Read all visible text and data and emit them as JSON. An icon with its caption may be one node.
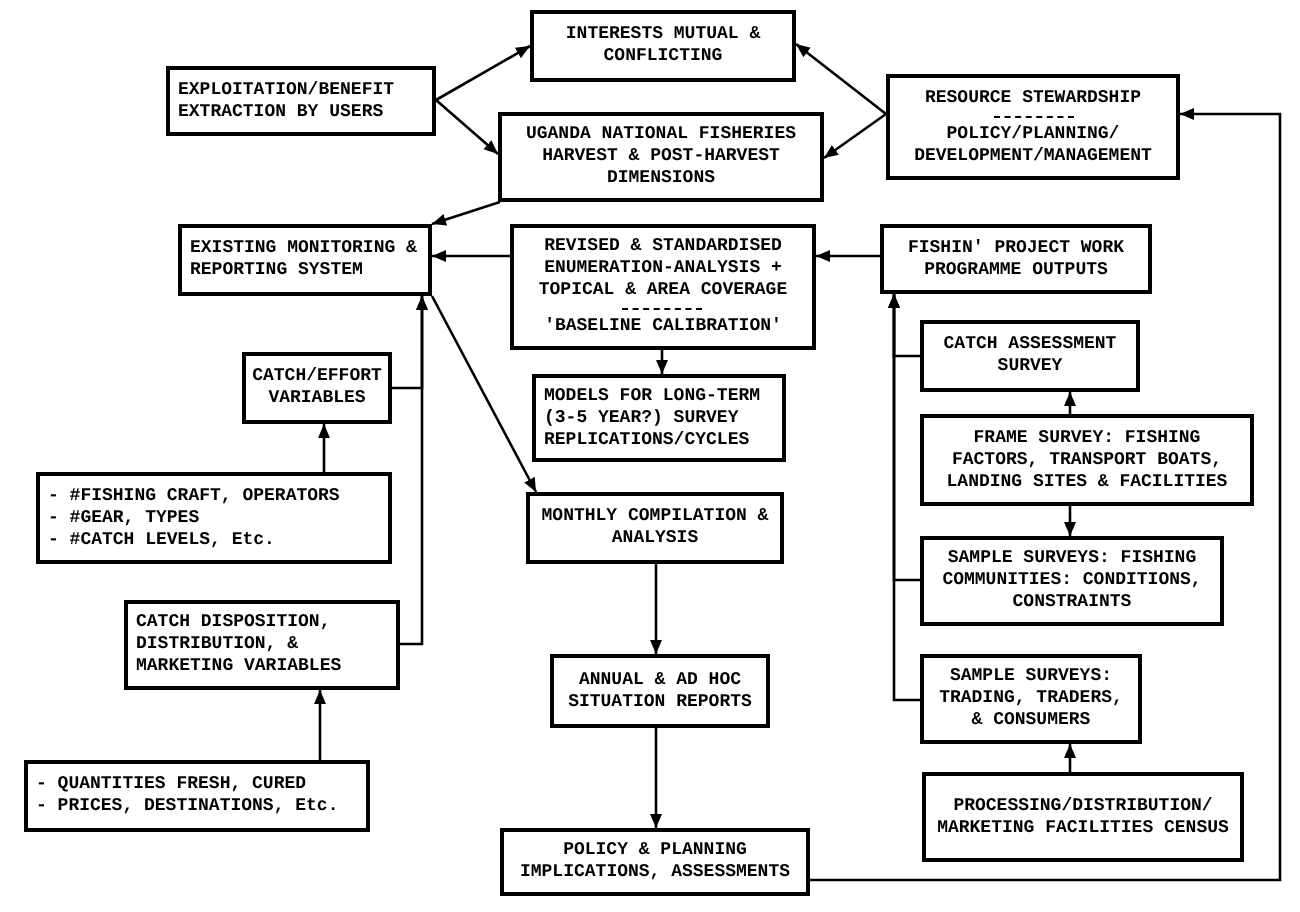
{
  "diagram": {
    "nodes": [
      {
        "text": [
          "EXPLOITATION/BENEFIT EXTRACTION BY USERS"
        ]
      },
      {
        "text": [
          "INTERESTS MUTUAL & CONFLICTING"
        ]
      },
      {
        "text": [
          "UGANDA NATIONAL FISHERIES HARVEST & POST-HARVEST DIMENSIONS"
        ]
      },
      {
        "text": [
          "RESOURCE STEWARDSHIP",
          "POLICY/PLANNING/ DEVELOPMENT/MANAGEMENT"
        ]
      },
      {
        "text": [
          "EXISTING MONITORING & REPORTING SYSTEM"
        ]
      },
      {
        "text": [
          "REVISED & STANDARDISED ENUMERATION-ANALYSIS + TOPICAL & AREA COVERAGE",
          "'BASELINE CALIBRATION'"
        ]
      },
      {
        "text": [
          "FISHIN' PROJECT WORK PROGRAMME OUTPUTS"
        ]
      },
      {
        "text": [
          "MODELS FOR LONG-TERM (3-5 YEAR?) SURVEY REPLICATIONS/CYCLES"
        ]
      },
      {
        "text": [
          "CATCH/EFFORT VARIABLES"
        ]
      },
      {
        "text": [
          "CATCH ASSESSMENT SURVEY"
        ]
      },
      {
        "text": [
          "FRAME SURVEY: FISHING FACTORS, TRANSPORT BOATS, LANDING SITES & FACILITIES"
        ]
      },
      {
        "text": [
          "- #FISHING CRAFT, OPERATORS",
          "- #GEAR, TYPES",
          "- #CATCH LEVELS, Etc."
        ]
      },
      {
        "text": [
          "MONTHLY COMPILATION & ANALYSIS"
        ]
      },
      {
        "text": [
          "SAMPLE SURVEYS: FISHING COMMUNITIES: CONDITIONS, CONSTRAINTS"
        ]
      },
      {
        "text": [
          "CATCH DISPOSITION, DISTRIBUTION, & MARKETING VARIABLES"
        ]
      },
      {
        "text": [
          "ANNUAL & AD HOC SITUATION REPORTS"
        ]
      },
      {
        "text": [
          "SAMPLE SURVEYS: TRADING, TRADERS, & CONSUMERS"
        ]
      },
      {
        "text": [
          "- QUANTITIES FRESH, CURED",
          "- PRICES, DESTINATIONS, Etc."
        ]
      },
      {
        "text": [
          "PROCESSING/DISTRIBUTION/ MARKETING FACILITIES CENSUS"
        ]
      },
      {
        "text": [
          "POLICY & PLANNING IMPLICATIONS, ASSESSMENTS"
        ]
      }
    ],
    "edges": [
      {
        "from": 0,
        "to": 1,
        "arrow": "to"
      },
      {
        "from": 0,
        "to": 2,
        "arrow": "to"
      },
      {
        "from": 3,
        "to": 1,
        "arrow": "to"
      },
      {
        "from": 3,
        "to": 2,
        "arrow": "to"
      },
      {
        "from": 2,
        "to": 4,
        "arrow": "to"
      },
      {
        "from": 5,
        "to": 4,
        "arrow": "to"
      },
      {
        "from": 6,
        "to": 5,
        "arrow": "to"
      },
      {
        "from": 5,
        "to": 7,
        "arrow": "to"
      },
      {
        "from": 4,
        "to": 12,
        "arrow": "to"
      },
      {
        "from": 8,
        "to": 4,
        "arrow": "to"
      },
      {
        "from": 14,
        "to": 4,
        "arrow": "to"
      },
      {
        "from": 11,
        "to": 8,
        "arrow": "to"
      },
      {
        "from": 17,
        "to": 14,
        "arrow": "to"
      },
      {
        "from": 12,
        "to": 15,
        "arrow": "to"
      },
      {
        "from": 15,
        "to": 19,
        "arrow": "to"
      },
      {
        "from": 19,
        "to": 3,
        "arrow": "to"
      },
      {
        "from": 9,
        "to": 6,
        "arrow": "to"
      },
      {
        "from": 13,
        "to": 6,
        "arrow": "to"
      },
      {
        "from": 16,
        "to": 6,
        "arrow": "to"
      },
      {
        "from": 10,
        "to": 9,
        "arrow": "to"
      },
      {
        "from": 10,
        "to": 13,
        "arrow": "to"
      },
      {
        "from": 18,
        "to": 16,
        "arrow": "to"
      }
    ]
  }
}
